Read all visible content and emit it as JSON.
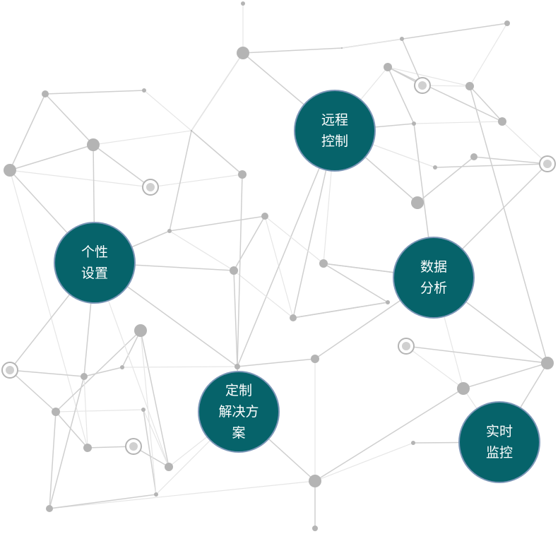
{
  "colors": {
    "hub": "#06636a",
    "hub_border": "#7d97b8",
    "node": "#b4b4b4",
    "line": "#cfcfcf",
    "line_light": "#e6e6e6"
  },
  "hubs": [
    {
      "id": "remote-control",
      "lines": [
        "远程",
        "控制"
      ]
    },
    {
      "id": "personal-settings",
      "lines": [
        "个性",
        "设置"
      ]
    },
    {
      "id": "data-analysis",
      "lines": [
        "数据",
        "分析"
      ]
    },
    {
      "id": "custom-solution",
      "lines": [
        "定制",
        "解决方",
        "案"
      ]
    },
    {
      "id": "realtime-monitoring",
      "lines": [
        "实时",
        "监控"
      ]
    }
  ]
}
